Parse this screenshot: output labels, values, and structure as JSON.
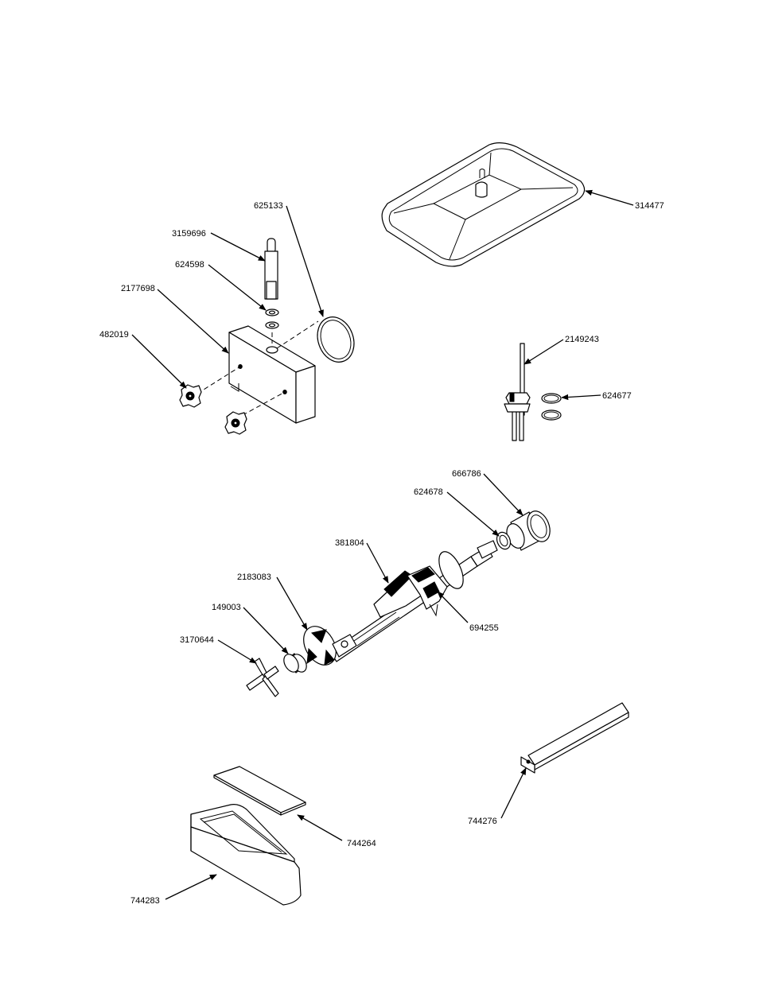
{
  "labels": {
    "l314477": "314477",
    "l625133": "625133",
    "l3159696": "3159696",
    "l624598": "624598",
    "l2177698": "2177698",
    "l482019": "482019",
    "l2149243": "2149243",
    "l624677": "624677",
    "l666786": "666786",
    "l624678": "624678",
    "l381804": "381804",
    "l2183083": "2183083",
    "l149003": "149003",
    "l3170644": "3170644",
    "l694255": "694255",
    "l744264": "744264",
    "l744283": "744283",
    "l744276": "744276"
  }
}
